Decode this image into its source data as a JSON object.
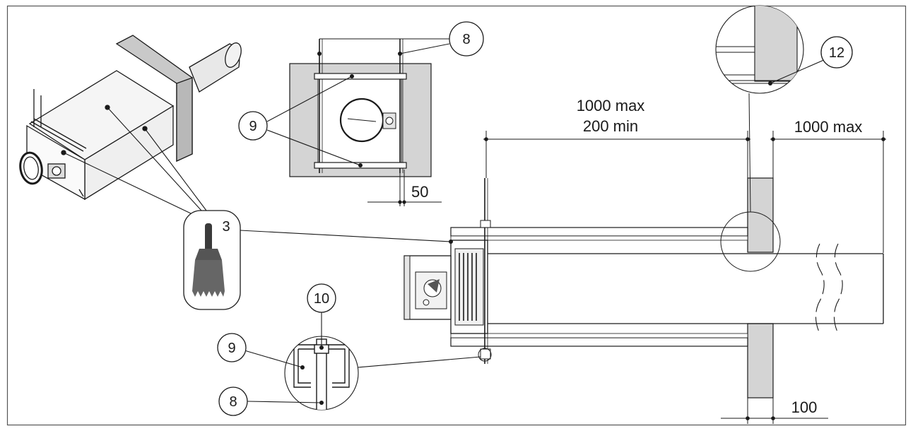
{
  "callouts": {
    "c8_top": "8",
    "c9_plan_top": "9",
    "c12": "12",
    "c3": "3",
    "c10": "10",
    "c9_detail": "9",
    "c8_detail": "8"
  },
  "dimensions": {
    "span_max": "1000 max",
    "span_min": "200 min",
    "right_max": "1000 max",
    "offset": "50",
    "wall_thickness": "100"
  },
  "colors": {
    "wall_fill": "#d4d4d4",
    "line": "#1a1a1a",
    "frame": "#555555"
  },
  "icons": [
    "brush-icon"
  ]
}
